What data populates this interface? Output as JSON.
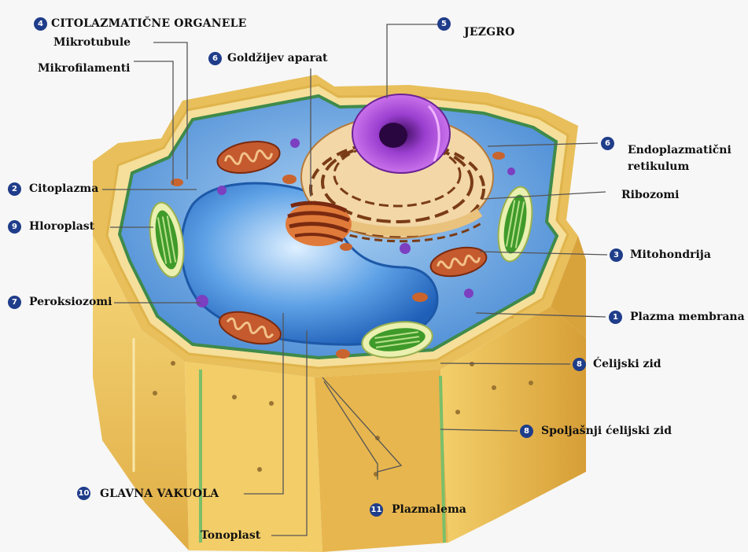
{
  "labels": {
    "citoplazmaticne_organele": {
      "num": "4",
      "text": "CITOLAZMATIČNE ORGANELE"
    },
    "mikrotubule": {
      "text": "Mikrotubule"
    },
    "mikrofilamenti": {
      "text": "Mikrofilamenti"
    },
    "goldzijev_aparat": {
      "num": "6",
      "text": "Goldžijev aparat"
    },
    "jezgro": {
      "num": "5",
      "text": "JEZGRO"
    },
    "endoplazmaticni": {
      "num": "6",
      "text_line1": "Endoplazmatični",
      "text_line2": "retikulum"
    },
    "ribozomi": {
      "text": "Ribozomi"
    },
    "citoplazma": {
      "num": "2",
      "text": "Citoplazma"
    },
    "hloroplast": {
      "num": "9",
      "text": "Hloroplast"
    },
    "mitohondrija": {
      "num": "3",
      "text": "Mitohondrija"
    },
    "peroksiozomi": {
      "num": "7",
      "text": "Peroksiozomi"
    },
    "plazma_membrana": {
      "num": "1",
      "text": "Plazma membrana"
    },
    "celijski_zid": {
      "num": "8",
      "text": "Ćelijski zid"
    },
    "spoljasnji_zid": {
      "num": "8",
      "text": "Spoljašnji ćelijski zid"
    },
    "glavna_vakuola": {
      "num": "10",
      "text": "GLAVNA VAKUOLA"
    },
    "plazmalema": {
      "num": "11",
      "text": "Plazmalema"
    },
    "tonoplast": {
      "text": "Tonoplast"
    }
  },
  "colors": {
    "cell_wall": "#e9c25a",
    "cell_wall_dark": "#c9972e",
    "cytoplasm": "#6fa6e0",
    "vacuole": "#3a7fd6",
    "nucleus": "#8a3fc4",
    "er": "#f0d3a0",
    "mitochondria": "#b4472a",
    "chloroplast": "#5aa63a",
    "badge": "#1f3d8a"
  }
}
